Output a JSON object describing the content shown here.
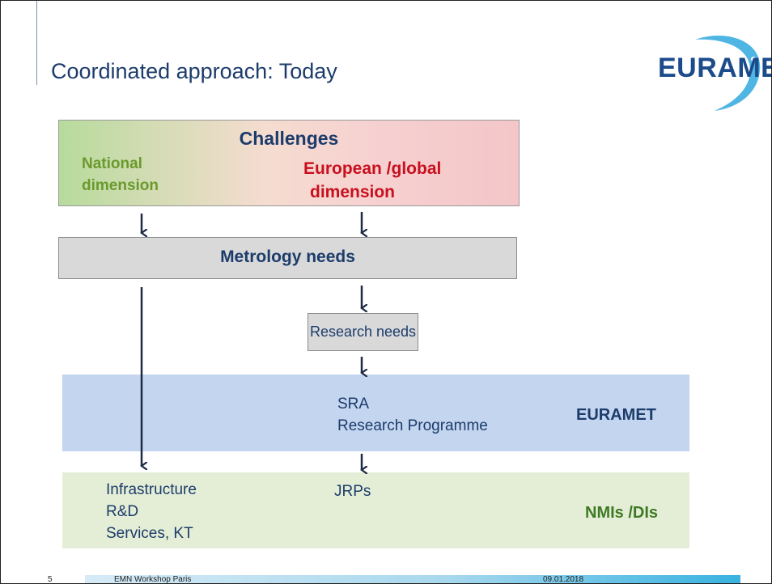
{
  "slide": {
    "title": "Coordinated approach: Today",
    "logo_text": "EURAMET"
  },
  "diagram": {
    "challenges": {
      "title": "Challenges",
      "national": [
        "National",
        "dimension"
      ],
      "european": [
        "European /global",
        "dimension"
      ]
    },
    "metrology_needs": "Metrology needs",
    "research_needs": "Research needs",
    "euramet_band": {
      "lines": [
        "SRA",
        "Research Programme"
      ],
      "label": "EURAMET"
    },
    "nmi_band": {
      "left_lines": [
        "Infrastructure",
        "R&D",
        "Services, KT"
      ],
      "middle": "JRPs",
      "label": "NMIs /DIs"
    }
  },
  "footer": {
    "page_number": "5",
    "event": "EMN Workshop Paris",
    "date": "09.01.2018"
  },
  "colors": {
    "title": "#1c3c6b",
    "national": "#6a9a2c",
    "european": "#c8101e",
    "euramet_band": "#c3d5ef",
    "nmi_band": "#e4eed6",
    "arrow": "#1c2a44"
  }
}
